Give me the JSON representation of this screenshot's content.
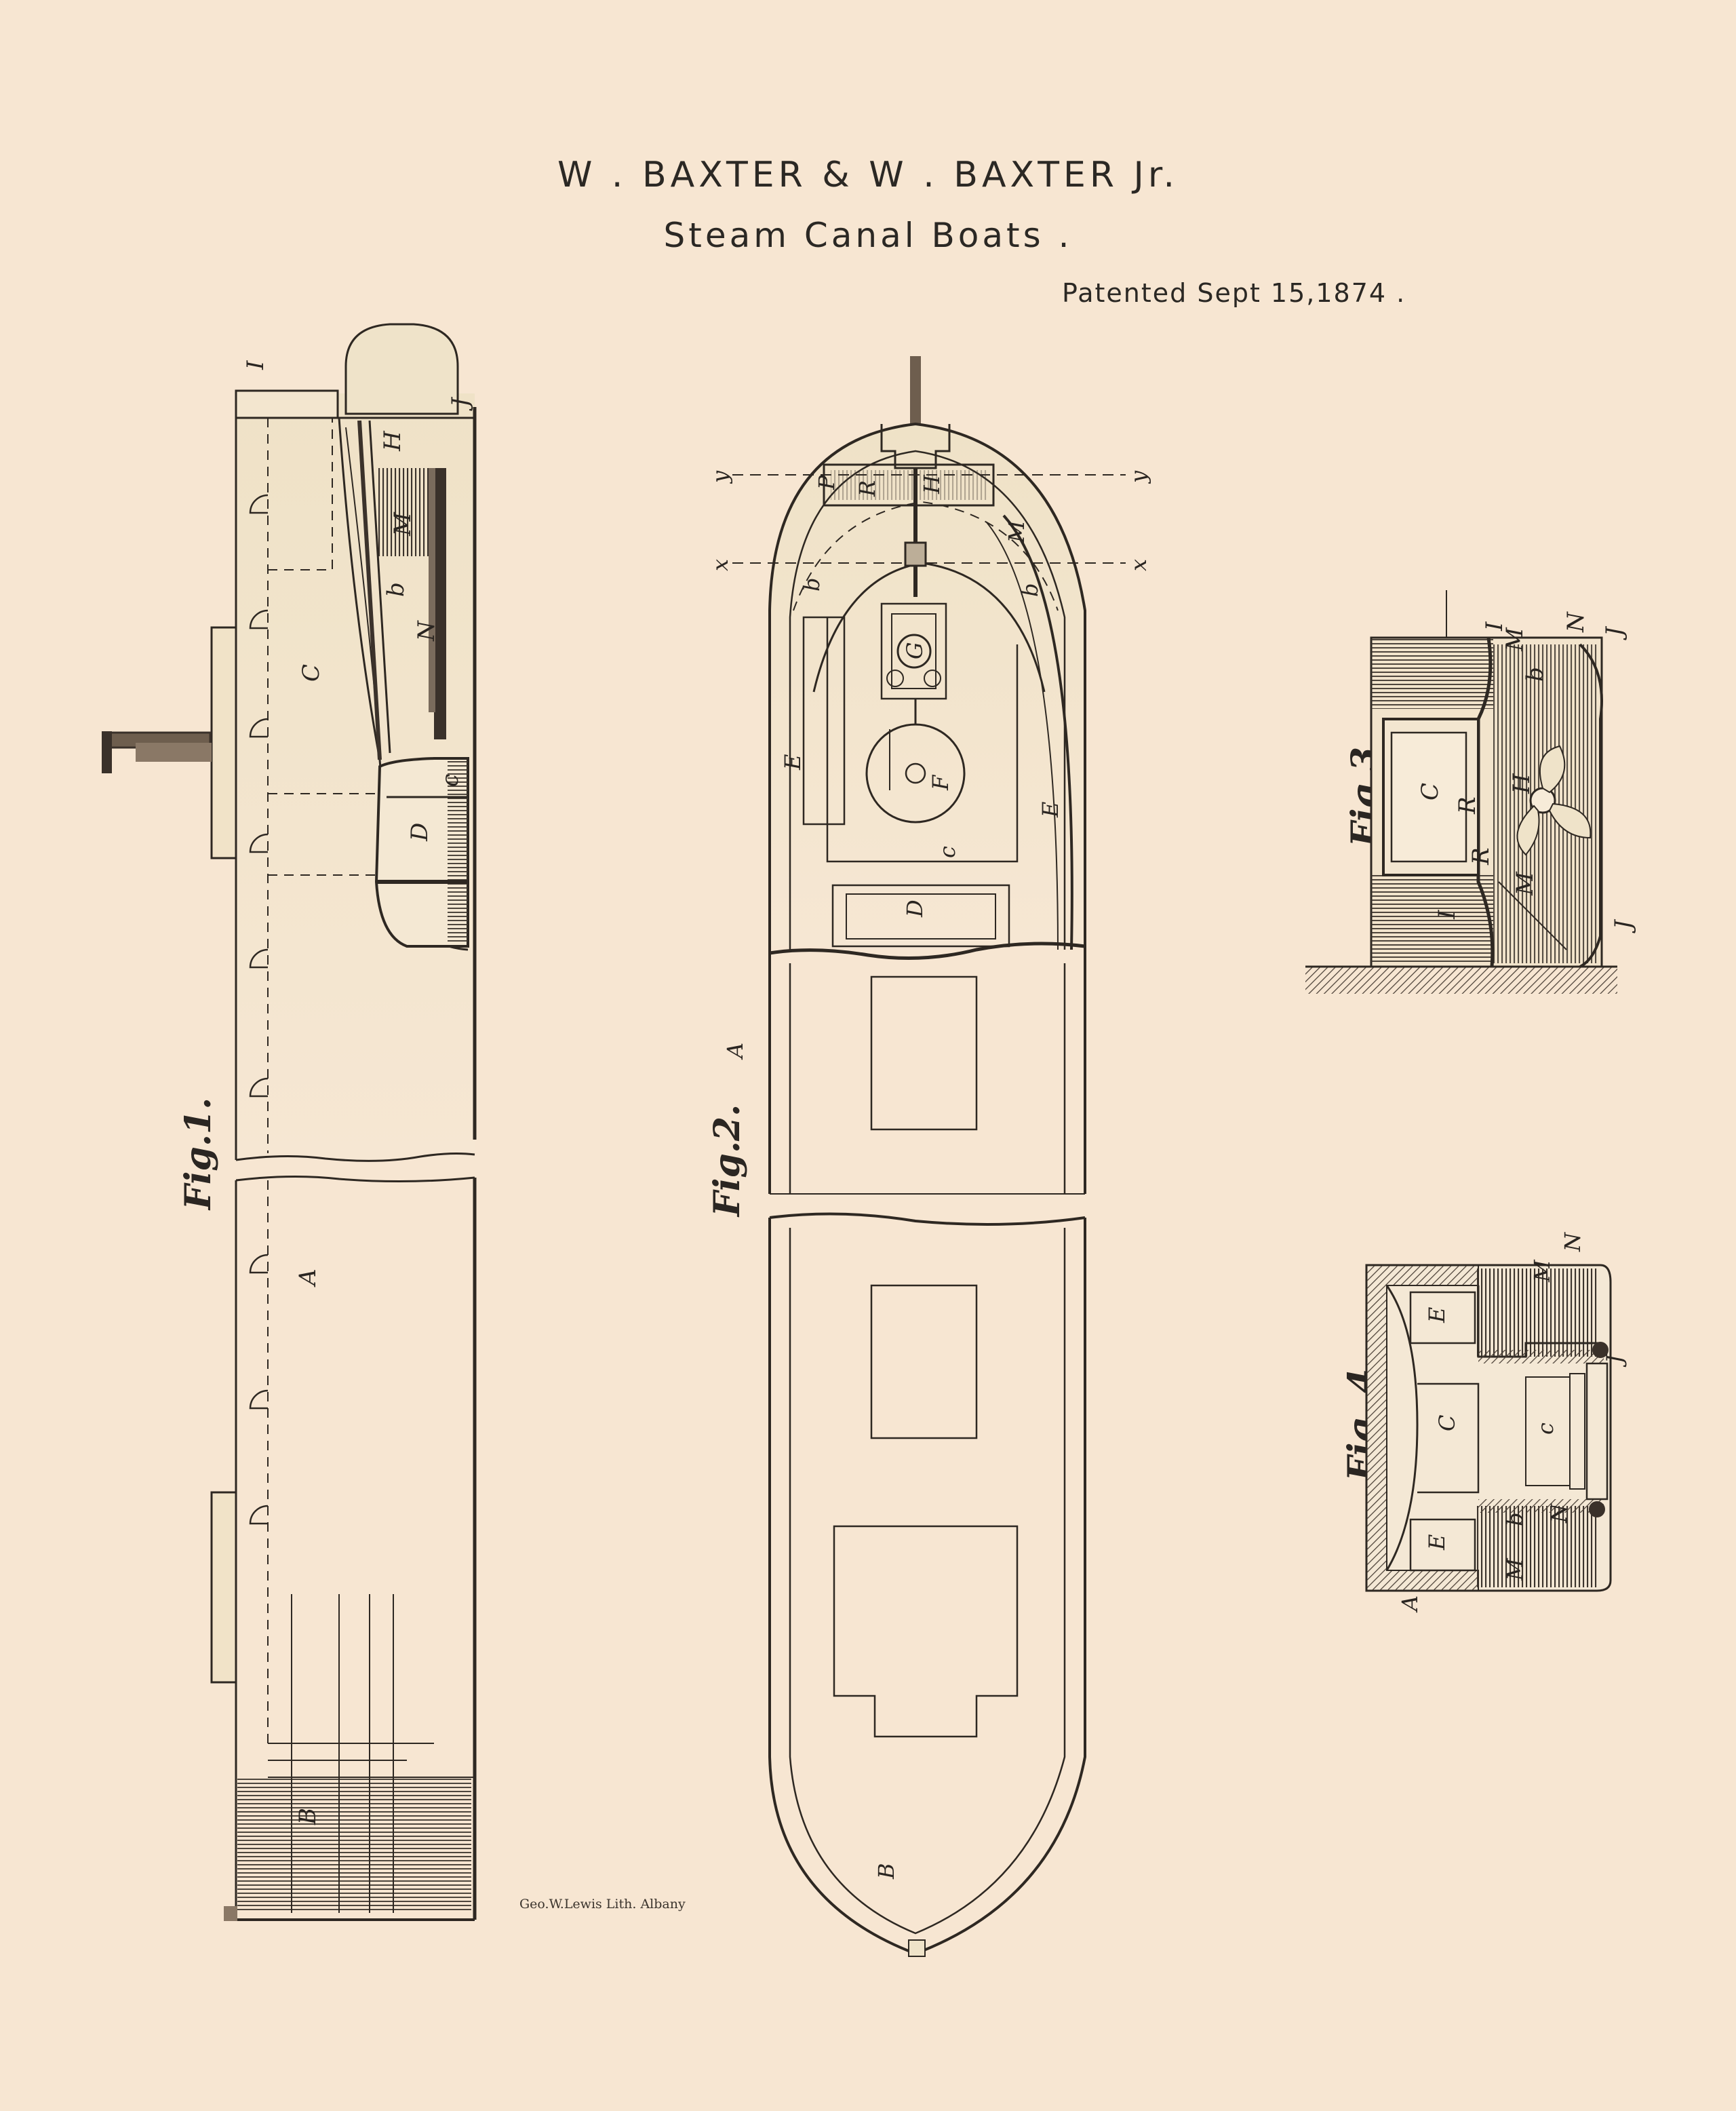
{
  "header": {
    "title": "W . BAXTER & W . BAXTER Jr.",
    "subtitle": "Steam Canal Boats .",
    "patent_date": "Patented Sept 15,1874 ."
  },
  "figures": {
    "fig1": {
      "label": "Fig.1.",
      "letters": [
        "I",
        "J",
        "H",
        "M",
        "b",
        "N",
        "C",
        "c",
        "D",
        "A",
        "B"
      ]
    },
    "fig2": {
      "label": "Fig.2.",
      "letters": [
        "y",
        "y",
        "x",
        "x",
        "P",
        "R",
        "H",
        "b",
        "M",
        "b",
        "G",
        "E",
        "F",
        "E",
        "c",
        "D",
        "A",
        "B"
      ]
    },
    "fig3": {
      "label": "Fig.3.",
      "letters": [
        "I",
        "M",
        "N",
        "J",
        "b",
        "C",
        "R",
        "H",
        "R",
        "I",
        "M",
        "J"
      ]
    },
    "fig4": {
      "label": "Fig. 4",
      "letters": [
        "N",
        "E",
        "M",
        "J",
        "C",
        "c",
        "E",
        "b",
        "N",
        "M",
        "A"
      ]
    }
  },
  "lithographer": "Geo.W.Lewis Lith. Albany"
}
